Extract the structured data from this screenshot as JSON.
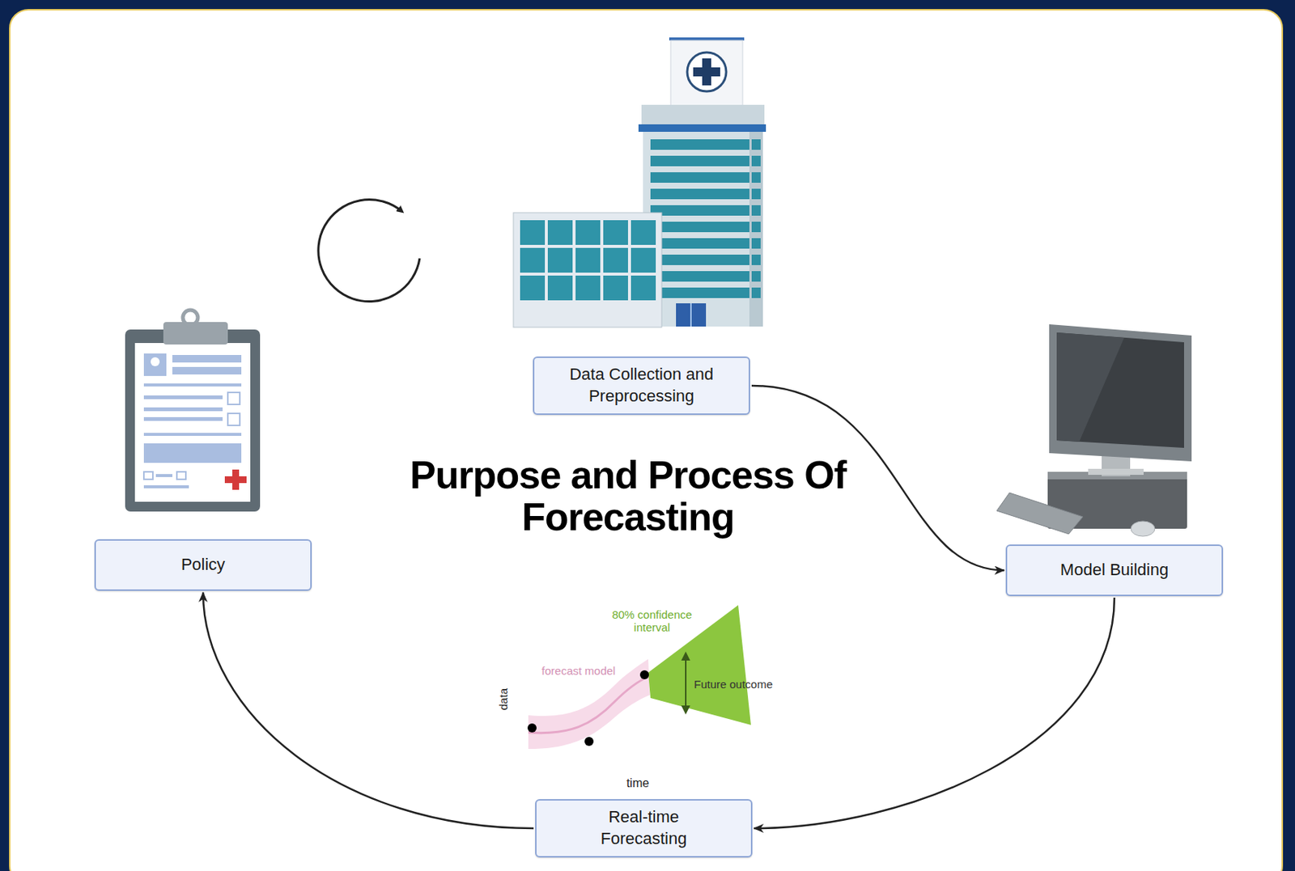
{
  "diagram": {
    "title": "Purpose and Process Of Forecasting",
    "nodes": [
      {
        "text": [
          "Data Collection and Preprocessing"
        ]
      },
      {
        "text": [
          "Model Building"
        ]
      },
      {
        "text": [
          "Real-time Forecasting"
        ]
      },
      {
        "text": [
          "Policy"
        ]
      }
    ],
    "edges": [
      {
        "from": 0,
        "to": 1,
        "arrow": "to"
      },
      {
        "from": 1,
        "to": 2,
        "arrow": "to"
      },
      {
        "from": 2,
        "to": 3,
        "arrow": "to"
      }
    ],
    "labels": [
      "80% confidence interval",
      "forecast model",
      "Future outcome",
      "data",
      "time"
    ]
  }
}
